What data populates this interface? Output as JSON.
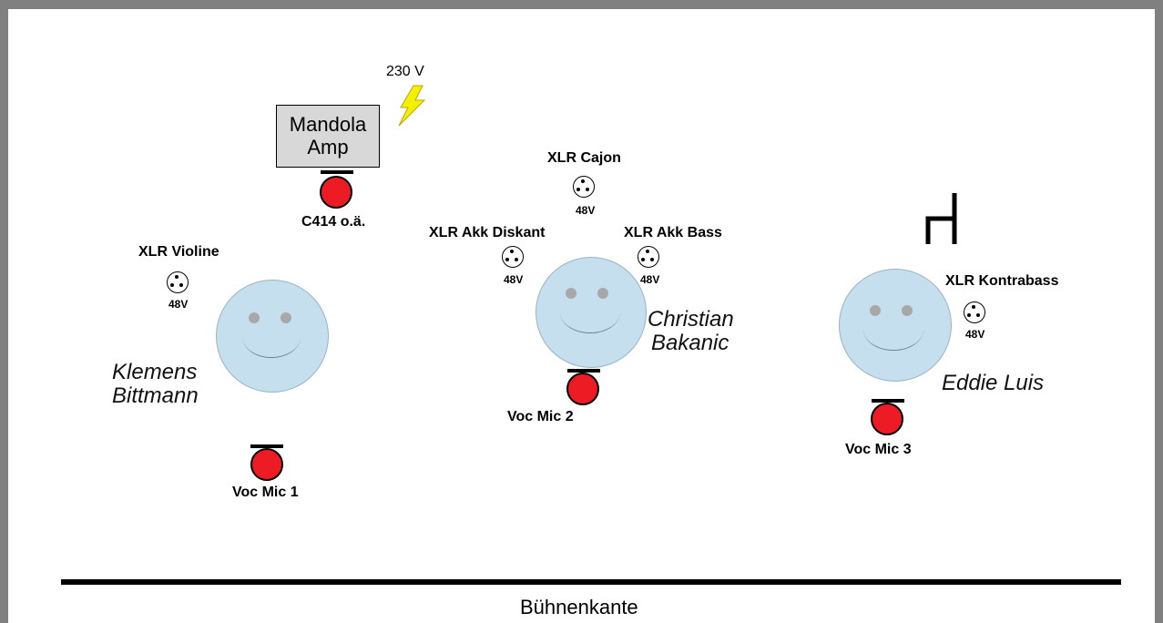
{
  "amp": {
    "line1": "Mandola",
    "line2": "Amp"
  },
  "power_label": "230 V",
  "mic_c414_label": "C414 o.ä.",
  "xlr": {
    "violine": "XLR Violine",
    "cajon": "XLR Cajon",
    "akk_diskant": "XLR Akk Diskant",
    "akk_bass": "XLR Akk Bass",
    "kontrabass": "XLR Kontrabass",
    "phantom": "48V"
  },
  "musicians": {
    "klemens": {
      "first": "Klemens",
      "last": "Bittmann"
    },
    "christian": {
      "first": "Christian",
      "last": "Bakanic"
    },
    "eddie": {
      "full": "Eddie Luis"
    }
  },
  "vocal_mics": {
    "mic1": "Voc Mic 1",
    "mic2": "Voc Mic 2",
    "mic3": "Voc Mic 3"
  },
  "stage_edge_label": "Bühnenkante",
  "colors": {
    "frame": "#808080",
    "face": "#c6dfee",
    "mic": "#ec1b24",
    "amp": "#d8d8d8",
    "lightning": "#f5f000"
  }
}
